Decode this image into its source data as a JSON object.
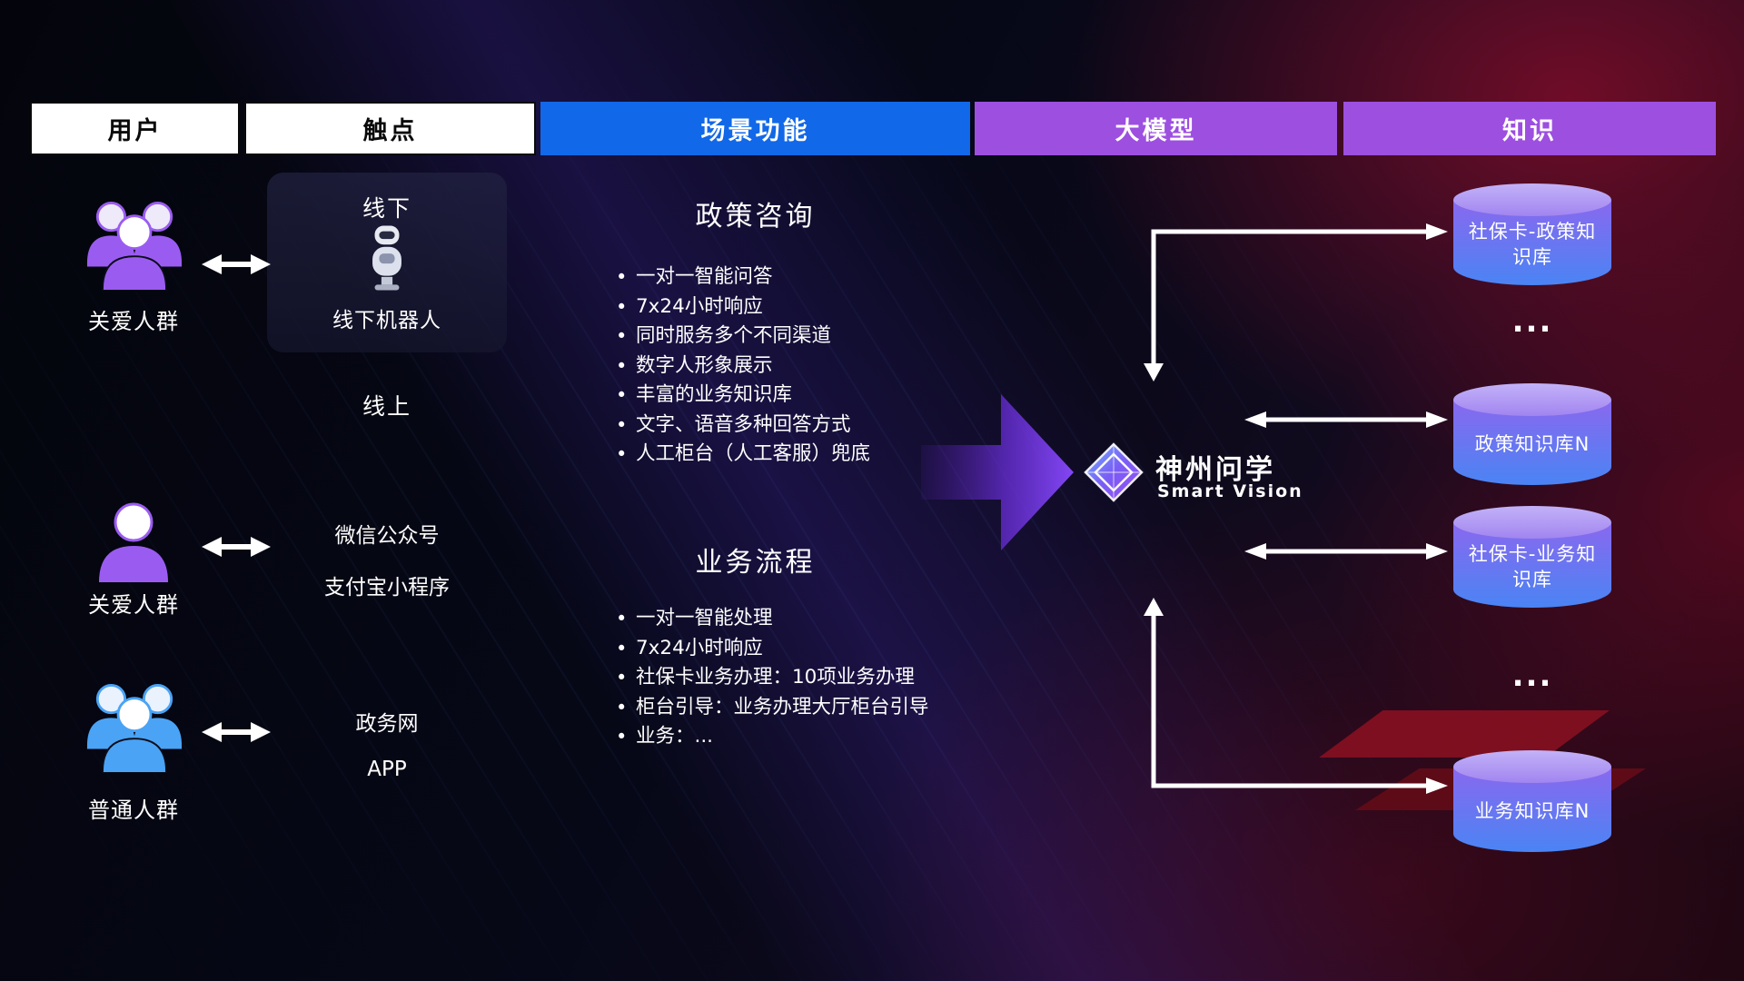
{
  "headers": [
    {
      "label": "用户"
    },
    {
      "label": "触点"
    },
    {
      "label": "场景功能"
    },
    {
      "label": "大模型"
    },
    {
      "label": "知识"
    }
  ],
  "users": [
    {
      "label": "关爱人群"
    },
    {
      "label": "关爱人群"
    },
    {
      "label": "普通人群"
    }
  ],
  "touchpoints": {
    "offline_label": "线下",
    "robot_label": "线下机器人",
    "online_label": "线上",
    "channels": [
      "微信公众号",
      "支付宝小程序",
      "政务网",
      "APP"
    ]
  },
  "scenarios": [
    {
      "title": "政策咨询",
      "bullets": [
        "一对一智能问答",
        "7x24小时响应",
        "同时服务多个不同渠道",
        "数字人形象展示",
        "丰富的业务知识库",
        "文字、语音多种回答方式",
        "人工柜台（人工客服）兜底"
      ]
    },
    {
      "title": "业务流程",
      "bullets": [
        "一对一智能处理",
        "7x24小时响应",
        "社保卡业务办理：10项业务办理",
        "柜台引导：业务办理大厅柜台引导",
        "业务：..."
      ]
    }
  ],
  "brand": {
    "name": "神州问学",
    "subtitle": "Smart Vision"
  },
  "knowledge": {
    "ellipsis": "...",
    "items": [
      {
        "label": "社保卡-政策知识库"
      },
      {
        "label": "政策知识库N"
      },
      {
        "label": "社保卡-业务知识库"
      },
      {
        "label": "业务知识库N"
      }
    ]
  },
  "colors": {
    "header_blue": "#1168e8",
    "header_purple": "#9d4fe0",
    "people_purple": "#9a5cf0",
    "people_blue": "#4aa3f5",
    "cylinder_purple": "#8a68ee",
    "cylinder_blue": "#4a84f4",
    "flow_arrow_purple": "#8347f5",
    "connector_white": "#ffffff",
    "background_red_glow": "#c80f32"
  }
}
